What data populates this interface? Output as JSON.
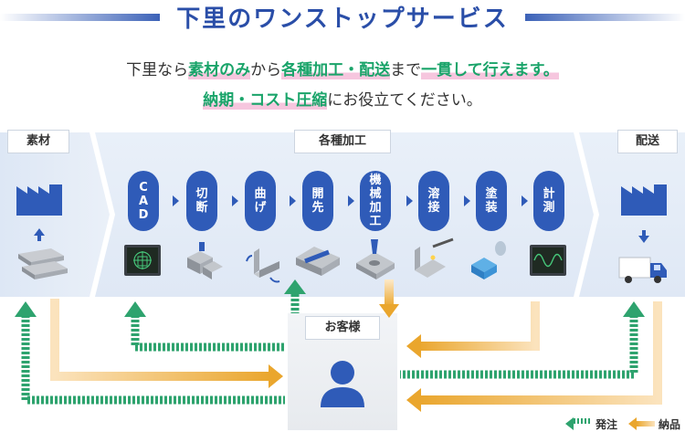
{
  "title": "下里のワンストップサービス",
  "subtitle1": {
    "t1": "下里なら",
    "h1": "素材のみ",
    "t2": "から",
    "h2": "各種加工・配送",
    "t3": "まで",
    "h3": "一貫して行えます。"
  },
  "subtitle2": {
    "h1": "納期・コスト圧縮",
    "t1": "にお役立てください。"
  },
  "sections": {
    "material": "素材",
    "processing": "各種加工",
    "delivery": "配送",
    "customer": "お客様"
  },
  "steps": [
    {
      "label": "CAD",
      "chars": [
        "C",
        "A",
        "D"
      ]
    },
    {
      "label": "切断",
      "chars": [
        "切",
        "断"
      ]
    },
    {
      "label": "曲げ",
      "chars": [
        "曲",
        "げ"
      ]
    },
    {
      "label": "開先",
      "chars": [
        "開",
        "先"
      ]
    },
    {
      "label": "機械加工",
      "chars": [
        "機",
        "械",
        "加",
        "工"
      ]
    },
    {
      "label": "溶接",
      "chars": [
        "溶",
        "接"
      ]
    },
    {
      "label": "塗装",
      "chars": [
        "塗",
        "装"
      ]
    },
    {
      "label": "計測",
      "chars": [
        "計",
        "測"
      ]
    }
  ],
  "legend": {
    "order": "発注",
    "delivery": "納品"
  },
  "colors": {
    "accent_blue": "#2f5bb8",
    "order_green": "#2ea36e",
    "delivery_orange": "#eaa62d",
    "band_bg": "#e4ecf7"
  }
}
